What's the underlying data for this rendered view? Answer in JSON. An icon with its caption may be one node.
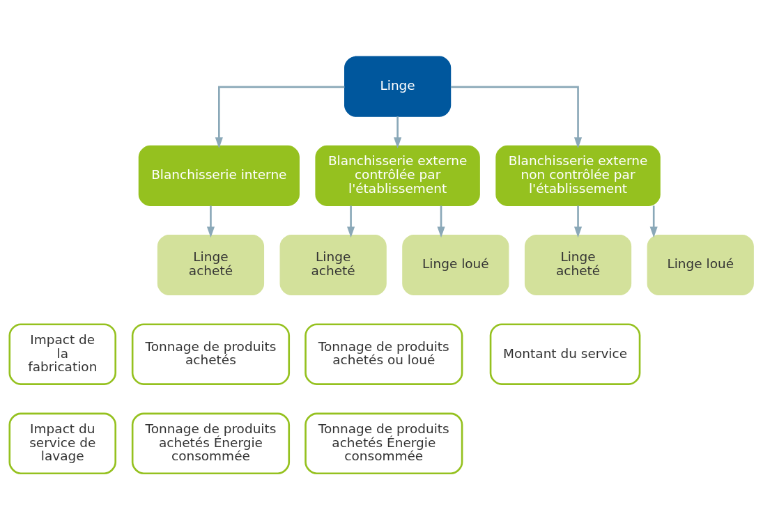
{
  "diagram": {
    "nodes": [
      {
        "text": [
          "Linge"
        ]
      },
      {
        "text": [
          "Blanchisserie interne"
        ]
      },
      {
        "text": [
          "Blanchisserie externe contrôlée par l'établissement"
        ]
      },
      {
        "text": [
          "Blanchisserie externe non contrôlée par l'établissement"
        ]
      },
      {
        "text": [
          "Linge acheté"
        ]
      },
      {
        "text": [
          "Linge acheté"
        ]
      },
      {
        "text": [
          "Linge loué"
        ]
      },
      {
        "text": [
          "Linge acheté"
        ]
      },
      {
        "text": [
          "Linge loué"
        ]
      },
      {
        "text": [
          "Impact de la fabrication"
        ]
      },
      {
        "text": [
          "Tonnage de produits achetés"
        ]
      },
      {
        "text": [
          "Tonnage de produits achetés ou loué"
        ]
      },
      {
        "text": [
          "Montant du service"
        ]
      },
      {
        "text": [
          "Impact du service de lavage"
        ]
      },
      {
        "text": [
          "Tonnage de produits achetés Énergie consommée"
        ]
      },
      {
        "text": [
          "Tonnage de produits achetés Énergie consommée"
        ]
      }
    ],
    "edges": [
      {
        "from": 0,
        "to": 1,
        "arrow": "to"
      },
      {
        "from": 0,
        "to": 2,
        "arrow": "to"
      },
      {
        "from": 0,
        "to": 3,
        "arrow": "to"
      },
      {
        "from": 1,
        "to": 4,
        "arrow": "to"
      },
      {
        "from": 2,
        "to": 5,
        "arrow": "to"
      },
      {
        "from": 2,
        "to": 6,
        "arrow": "to"
      },
      {
        "from": 3,
        "to": 7,
        "arrow": "to"
      },
      {
        "from": 3,
        "to": 8,
        "arrow": "to"
      }
    ]
  }
}
